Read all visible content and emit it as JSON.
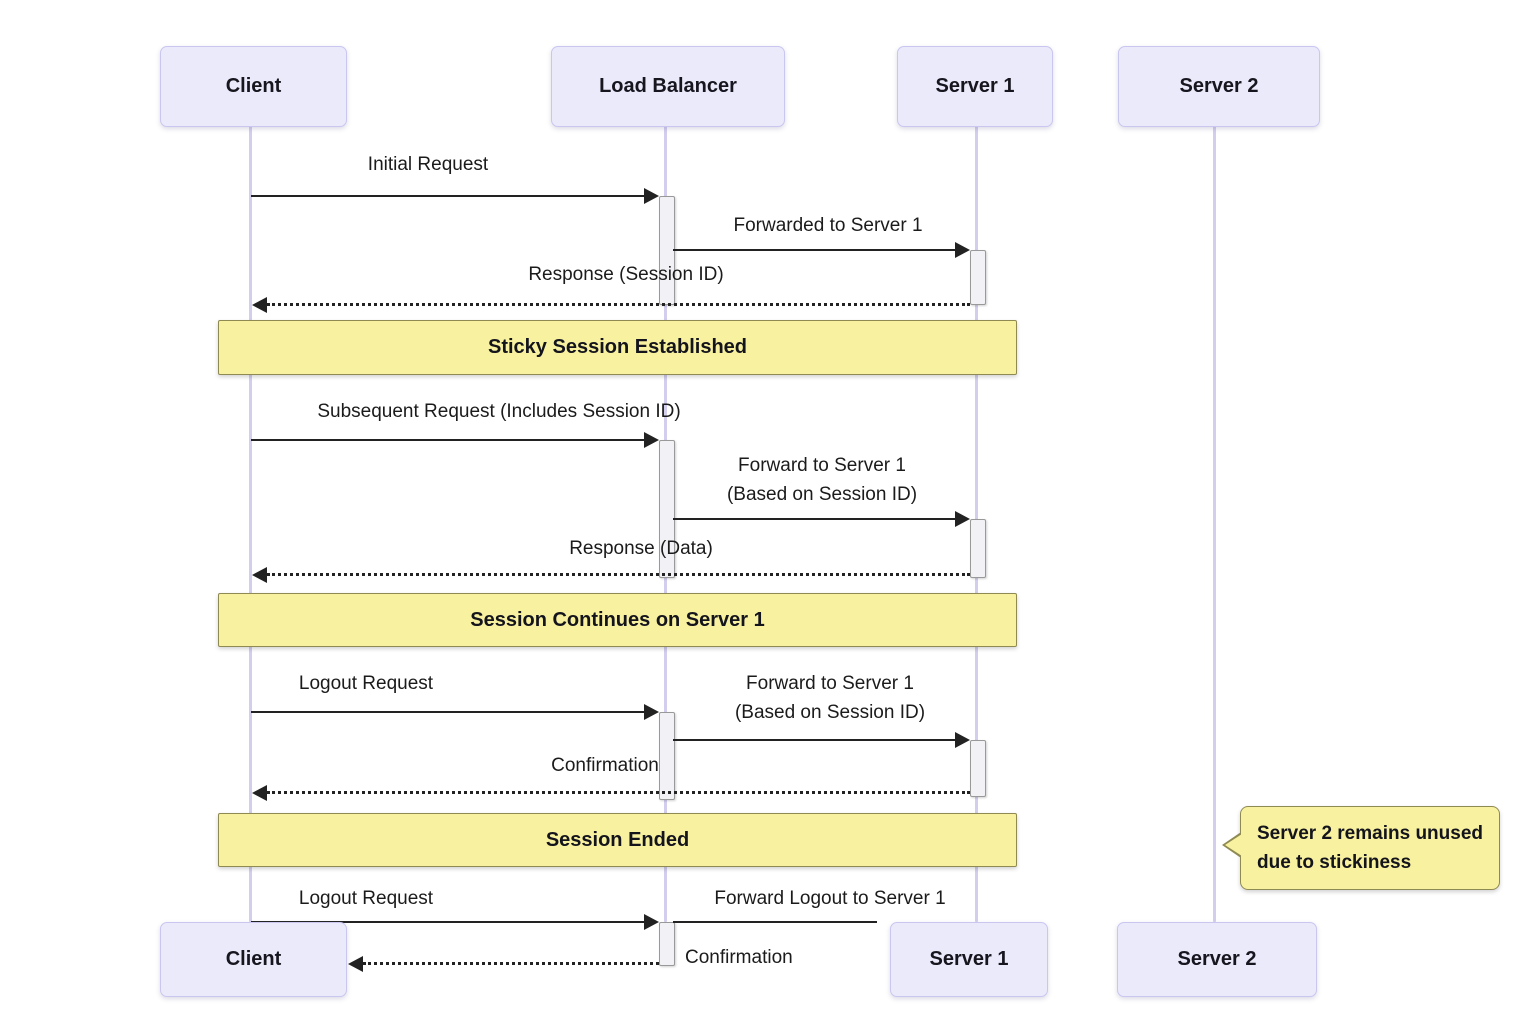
{
  "diagram_type": "sequence-diagram",
  "topic": "Load balancer sticky sessions",
  "actors": {
    "top": [
      {
        "label": "Client"
      },
      {
        "label": "Load Balancer"
      },
      {
        "label": "Server 1"
      },
      {
        "label": "Server 2"
      }
    ],
    "bottom": [
      {
        "label": "Client"
      },
      {
        "label": "Server 1"
      },
      {
        "label": "Server 2"
      }
    ]
  },
  "messages": [
    {
      "label": "Initial Request",
      "from": "Client",
      "to": "Load Balancer",
      "style": "solid"
    },
    {
      "label": "Forwarded to Server 1",
      "from": "Load Balancer",
      "to": "Server 1",
      "style": "solid"
    },
    {
      "label": "Response (Session ID)",
      "from": "Server 1",
      "to": "Client",
      "style": "dotted"
    },
    {
      "label": "Subsequent Request (Includes Session ID)",
      "from": "Client",
      "to": "Load Balancer",
      "style": "solid"
    },
    {
      "line1": "Forward to Server 1",
      "line2": "(Based on Session ID)",
      "from": "Load Balancer",
      "to": "Server 1",
      "style": "solid"
    },
    {
      "label": "Response (Data)",
      "from": "Server 1",
      "to": "Client",
      "style": "dotted"
    },
    {
      "label": "Logout Request",
      "from": "Client",
      "to": "Load Balancer",
      "style": "solid"
    },
    {
      "line1": "Forward to Server 1",
      "line2": "(Based on Session ID)",
      "from": "Load Balancer",
      "to": "Server 1",
      "style": "solid"
    },
    {
      "label": "Confirmation",
      "from": "Server 1",
      "to": "Client",
      "style": "dotted"
    },
    {
      "label": "Logout Request",
      "from": "Client",
      "to": "Load Balancer",
      "style": "solid"
    },
    {
      "label": "Forward Logout to Server 1",
      "from": "Load Balancer",
      "to": "Server 1",
      "style": "solid"
    },
    {
      "label": "Confirmation",
      "from": "Load Balancer",
      "to": "Client",
      "style": "dotted"
    }
  ],
  "section_notes": [
    {
      "label": "Sticky Session Established"
    },
    {
      "label": "Session Continues on Server 1"
    },
    {
      "label": "Session Ended"
    }
  ],
  "callout": {
    "line1": "Server 2 remains unused",
    "line2": "due to stickiness"
  },
  "colors": {
    "actor_fill": "#eaeafb",
    "actor_border": "#c9c6f0",
    "lifeline": "#d3cdee",
    "note_fill": "#f8f1a0",
    "note_border": "#8f8a52",
    "activation_fill": "#f2f2f6",
    "activation_border": "#999999",
    "arrow": "#222222",
    "text": "#1a1a1a"
  }
}
